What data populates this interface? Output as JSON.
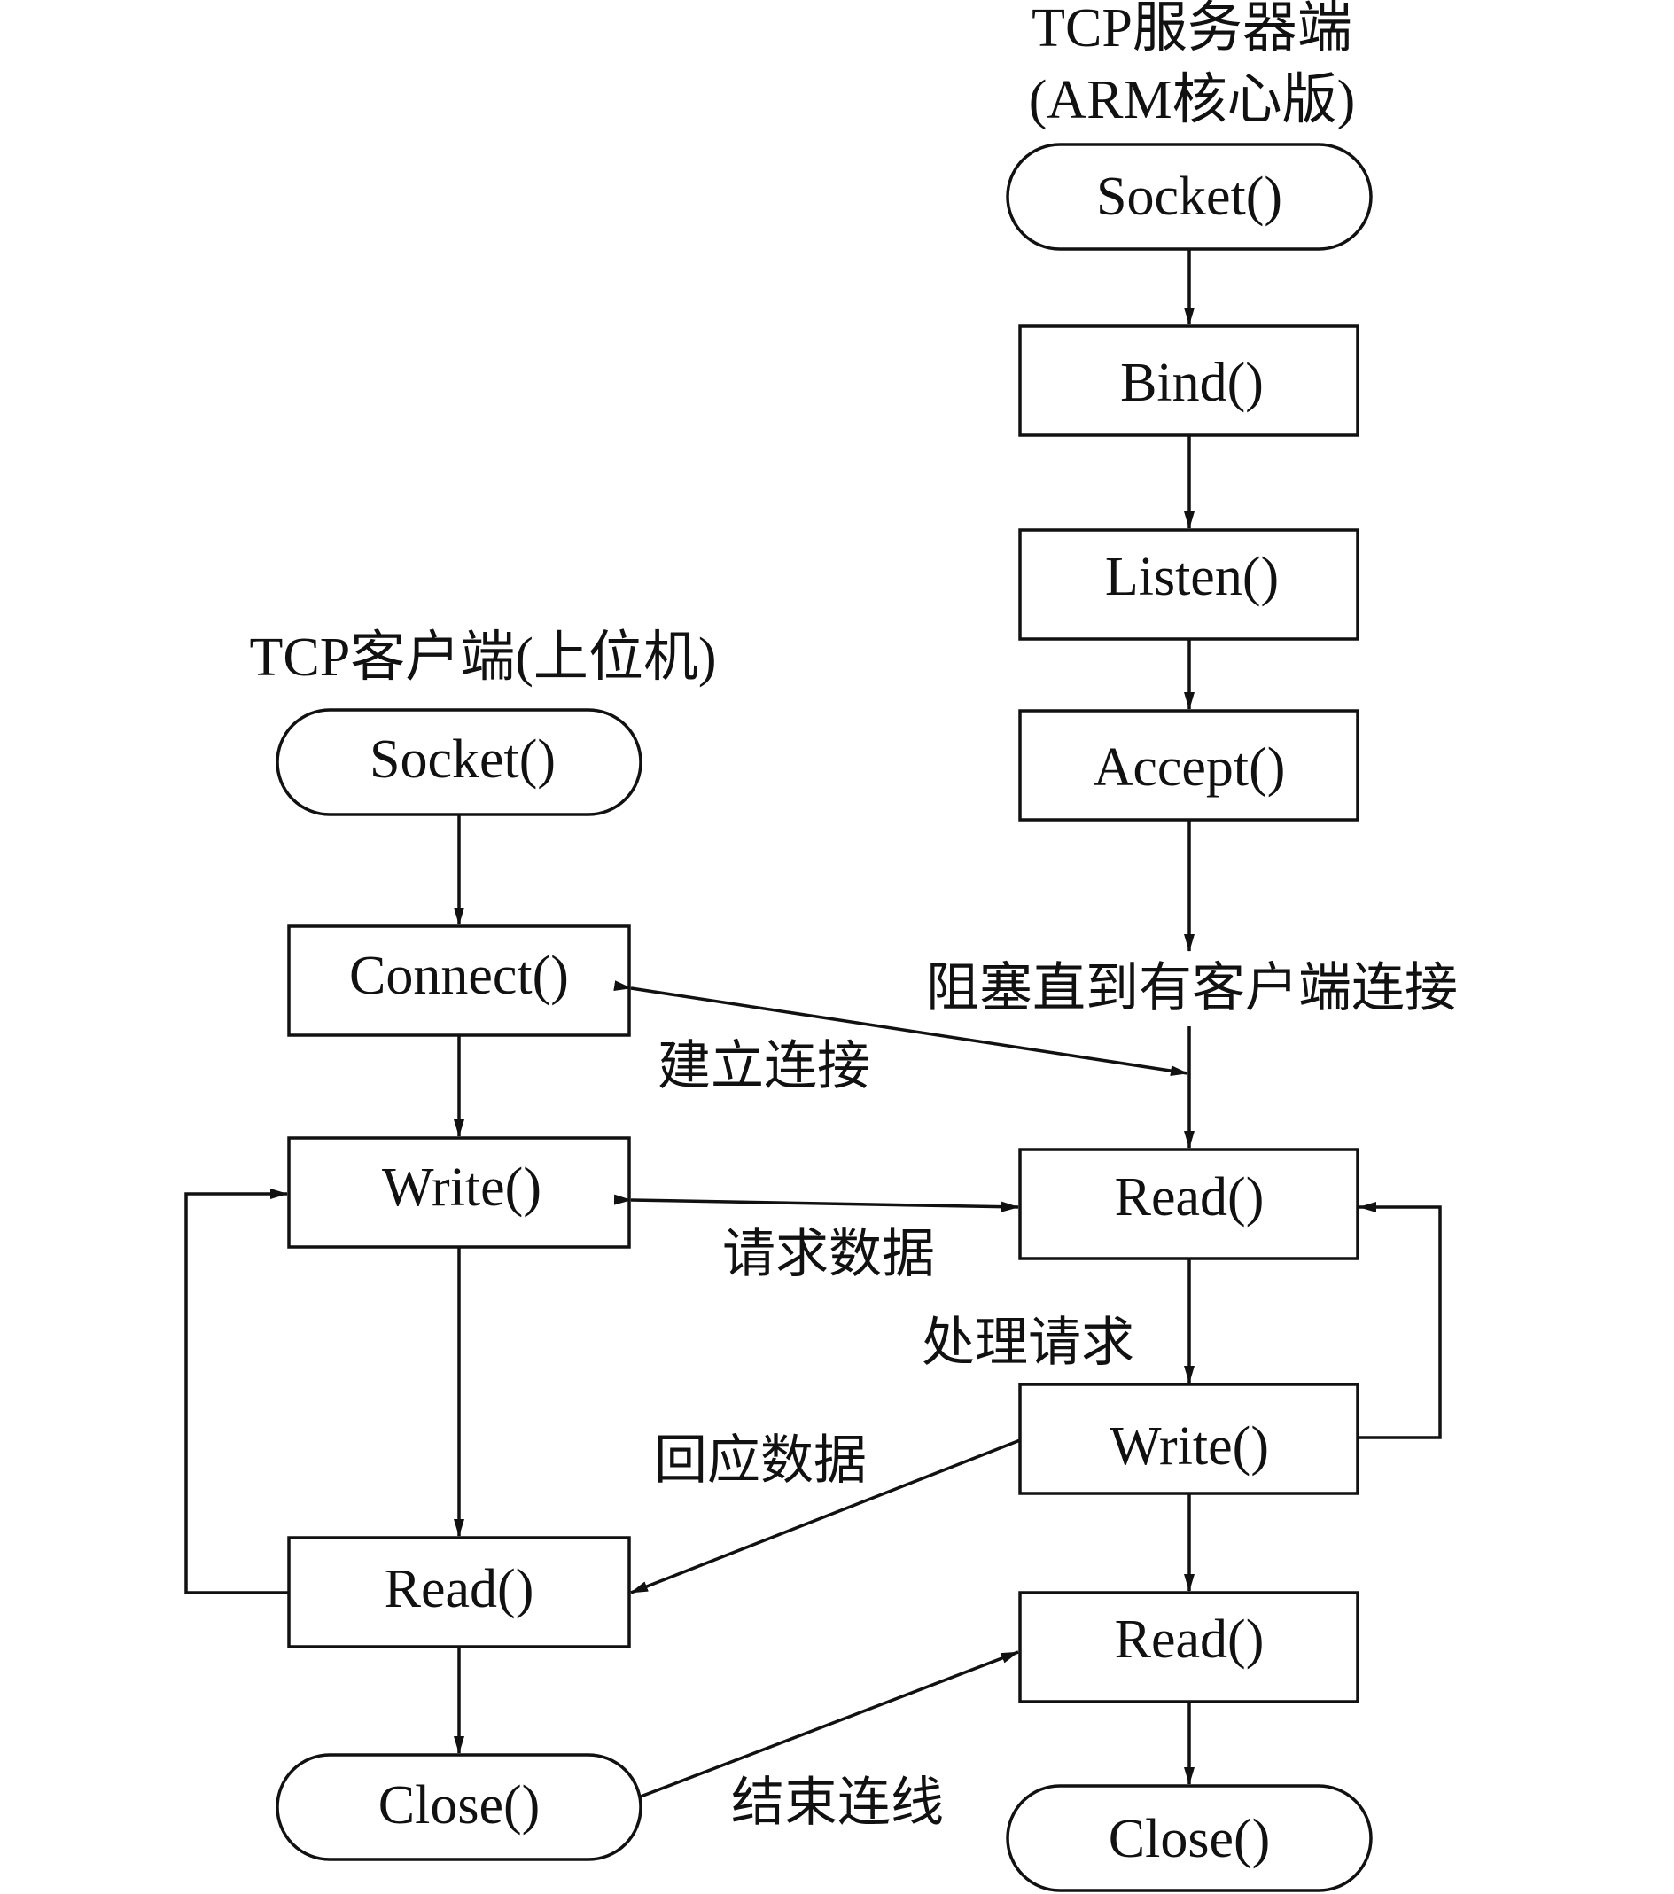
{
  "headers": {
    "server_line1": "TCP服务器端",
    "server_line2": "(ARM核心版)",
    "client": "TCP客户端(上位机)"
  },
  "server": {
    "socket": "Socket()",
    "bind": "Bind()",
    "listen": "Listen()",
    "accept": "Accept()",
    "read1": "Read()",
    "write": "Write()",
    "read2": "Read()",
    "close": "Close()"
  },
  "client": {
    "socket": "Socket()",
    "connect": "Connect()",
    "write": "Write()",
    "read": "Read()",
    "close": "Close()"
  },
  "labels": {
    "block": "阻塞直到有客户端连接",
    "connect": "建立连接",
    "request": "请求数据",
    "process": "处理请求",
    "reply": "回应数据",
    "end": "结束连线"
  }
}
